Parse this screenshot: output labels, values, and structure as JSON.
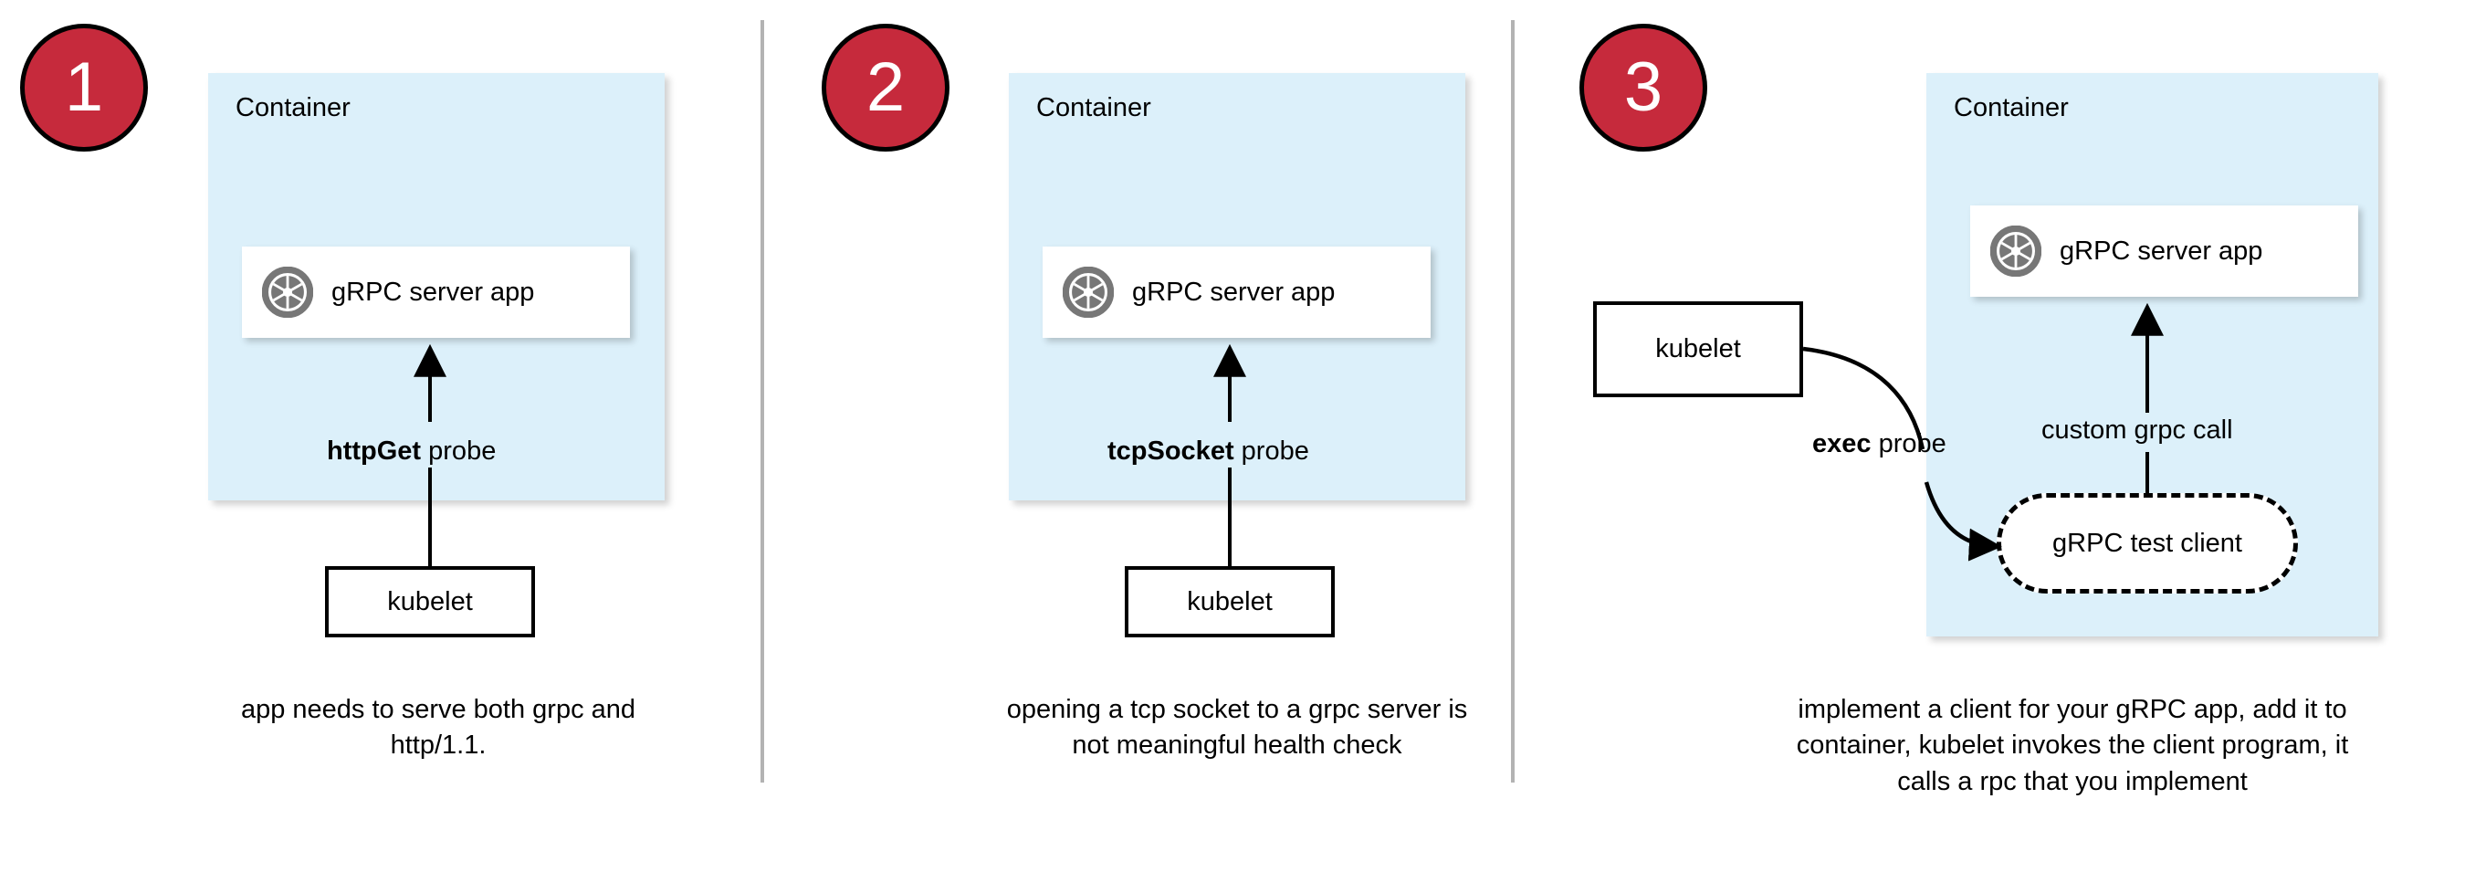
{
  "diagram": {
    "title": "gRPC health check probe approaches",
    "colors": {
      "badge_red": "#c62a3c",
      "container_blue": "#dcf0fa",
      "divider_gray": "#b3b3b3",
      "icon_gray": "#777777",
      "stroke_black": "#000000",
      "card_white": "#ffffff"
    },
    "panels": [
      {
        "badge_number": "1",
        "container_label": "Container",
        "app_card": {
          "icon": "grpc-aperture-icon",
          "label": "gRPC server app"
        },
        "probe": {
          "bold": "httpGet",
          "rest": " probe"
        },
        "kubelet_label": "kubelet",
        "caption": "app needs to serve both grpc and http/1.1."
      },
      {
        "badge_number": "2",
        "container_label": "Container",
        "app_card": {
          "icon": "grpc-aperture-icon",
          "label": "gRPC server app"
        },
        "probe": {
          "bold": "tcpSocket",
          "rest": " probe"
        },
        "kubelet_label": "kubelet",
        "caption": "opening a tcp socket to a grpc server is not meaningful health check"
      },
      {
        "badge_number": "3",
        "container_label": "Container",
        "app_card": {
          "icon": "grpc-aperture-icon",
          "label": "gRPC server app"
        },
        "probe": {
          "bold": "exec",
          "rest": " probe"
        },
        "kubelet_label": "kubelet",
        "test_client_label": "gRPC test client",
        "call_label": "custom grpc call",
        "caption": "implement a client for your gRPC app, add it to container, kubelet invokes the client program, it calls a rpc that you implement"
      }
    ]
  }
}
